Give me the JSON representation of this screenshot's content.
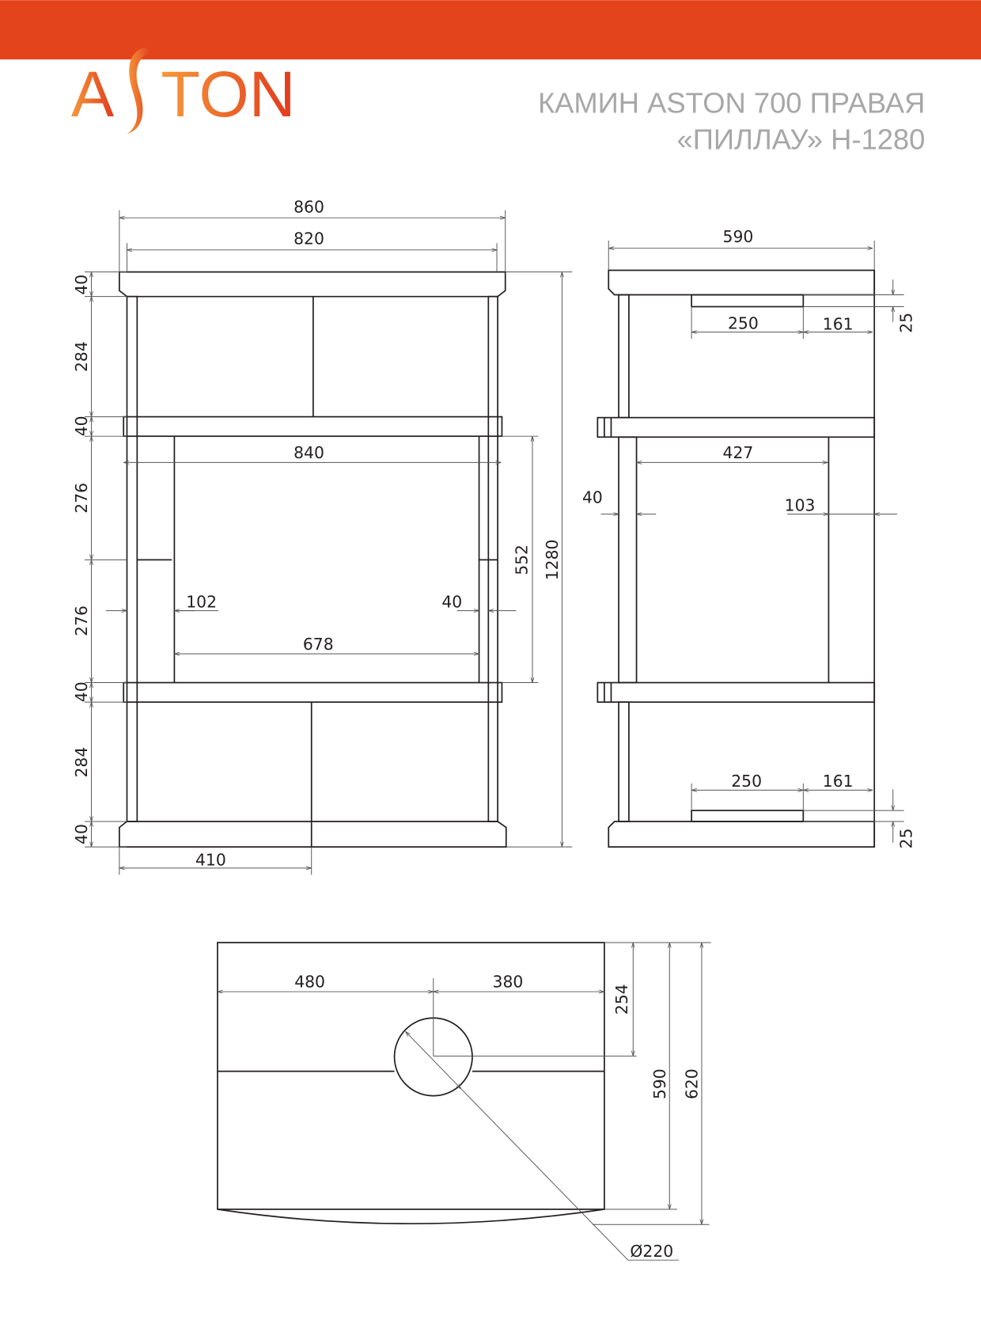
{
  "header": {
    "brand": "ASTON",
    "logo_letters": [
      "A",
      "TON"
    ],
    "title_line1": "КАМИН ASTON 700 ПРАВАЯ",
    "title_line2": "«ПИЛЛАУ» H-1280",
    "bar_color": "#e4441b"
  },
  "front_view": {
    "horizontal": [
      "860",
      "820",
      "840",
      "678",
      "102",
      "40",
      "410"
    ],
    "vertical_left": [
      "40",
      "284",
      "40",
      "276",
      "276",
      "40",
      "284",
      "40"
    ],
    "vertical_right": [
      "552",
      "1280"
    ]
  },
  "side_view": {
    "labels": [
      "590",
      "250",
      "161",
      "25",
      "427",
      "40",
      "103",
      "250",
      "161",
      "25"
    ]
  },
  "plan_view": {
    "labels": [
      "480",
      "380",
      "254",
      "590",
      "620",
      "Ø220"
    ]
  }
}
